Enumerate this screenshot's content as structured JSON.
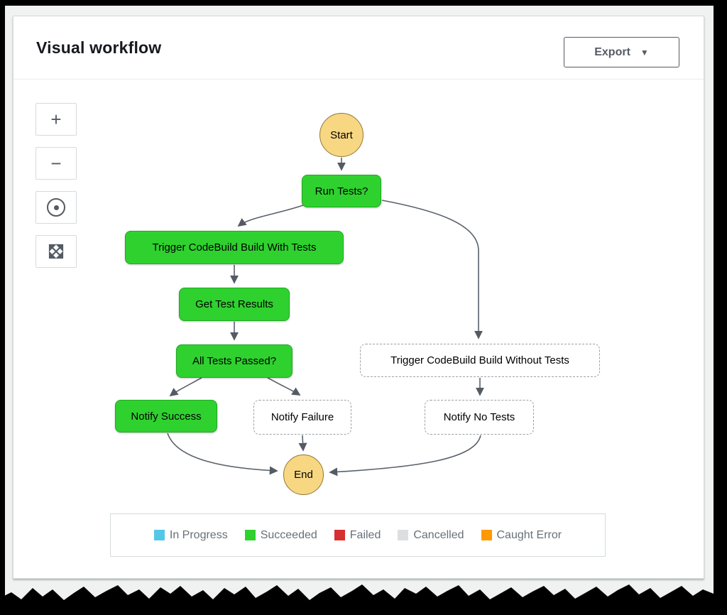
{
  "header": {
    "title": "Visual workflow",
    "export_label": "Export",
    "export_caret": "▼"
  },
  "zoom_controls": {
    "zoom_in_label": "+",
    "zoom_out_label": "−",
    "center_icon": "center-dot",
    "fit_icon": "expand-arrows"
  },
  "workflow": {
    "nodes": [
      {
        "id": "start",
        "label": "Start",
        "status": "terminal"
      },
      {
        "id": "run-tests",
        "label": "Run Tests?",
        "status": "succeeded"
      },
      {
        "id": "trigger-codebuild-build-with-tests",
        "label": "Trigger CodeBuild Build With Tests",
        "status": "succeeded"
      },
      {
        "id": "get-test-results",
        "label": "Get Test Results",
        "status": "succeeded"
      },
      {
        "id": "all-tests-passed",
        "label": "All Tests Passed?",
        "status": "succeeded"
      },
      {
        "id": "notify-success",
        "label": "Notify Success",
        "status": "succeeded"
      },
      {
        "id": "notify-failure",
        "label": "Notify Failure",
        "status": "not-executed"
      },
      {
        "id": "trigger-codebuild-build-without-tests",
        "label": "Trigger CodeBuild Build Without Tests",
        "status": "not-executed"
      },
      {
        "id": "notify-no-tests",
        "label": "Notify No Tests",
        "status": "not-executed"
      },
      {
        "id": "end",
        "label": "End",
        "status": "terminal"
      }
    ],
    "edges": [
      {
        "from": "start",
        "to": "run-tests"
      },
      {
        "from": "run-tests",
        "to": "trigger-codebuild-build-with-tests"
      },
      {
        "from": "run-tests",
        "to": "trigger-codebuild-build-without-tests"
      },
      {
        "from": "trigger-codebuild-build-with-tests",
        "to": "get-test-results"
      },
      {
        "from": "get-test-results",
        "to": "all-tests-passed"
      },
      {
        "from": "all-tests-passed",
        "to": "notify-success"
      },
      {
        "from": "all-tests-passed",
        "to": "notify-failure"
      },
      {
        "from": "notify-success",
        "to": "end"
      },
      {
        "from": "notify-failure",
        "to": "end"
      },
      {
        "from": "trigger-codebuild-build-without-tests",
        "to": "notify-no-tests"
      },
      {
        "from": "notify-no-tests",
        "to": "end"
      }
    ]
  },
  "legend": {
    "items": [
      {
        "label": "In Progress",
        "color": "#53c7e8"
      },
      {
        "label": "Succeeded",
        "color": "#2fd12f"
      },
      {
        "label": "Failed",
        "color": "#d62f2f"
      },
      {
        "label": "Cancelled",
        "color": "#dcdee0"
      },
      {
        "label": "Caught Error",
        "color": "#ff9900"
      }
    ]
  },
  "colors": {
    "succeeded_fill": "#2fd12f",
    "succeeded_border": "#23a823",
    "terminal_fill": "#f8d783",
    "terminal_border": "#8f7734",
    "not_executed_border": "#9ba1a6",
    "edge": "#5a616a"
  }
}
